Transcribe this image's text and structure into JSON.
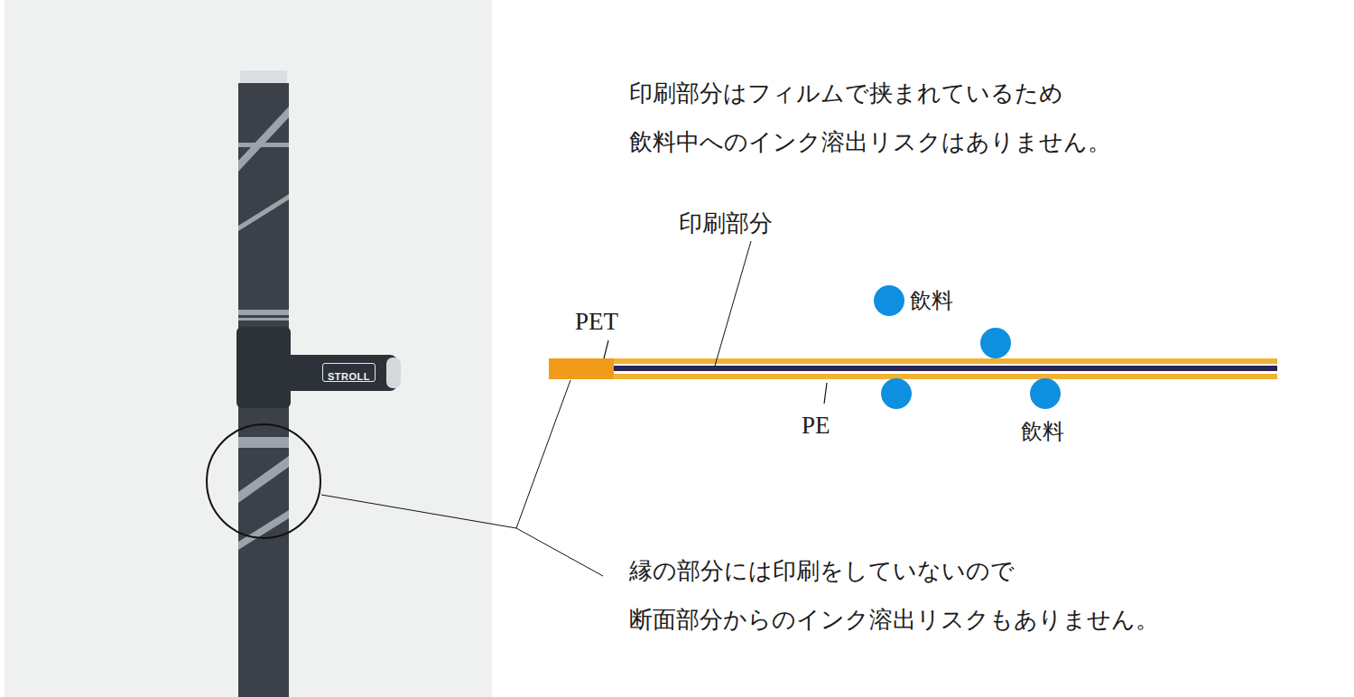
{
  "diagram": {
    "nodes": [
      {
        "text": [
          "STROLL"
        ]
      }
    ],
    "labels": [
      "印刷部分はフィルムで挟まれているため 飲料中へのインク溶出リスクはありません。",
      "印刷部分",
      "PET",
      "飲料",
      "飲料",
      "PE",
      "縁の部分には印刷をしていないので 断面部分からのインク溶出リスクもありません。"
    ]
  }
}
